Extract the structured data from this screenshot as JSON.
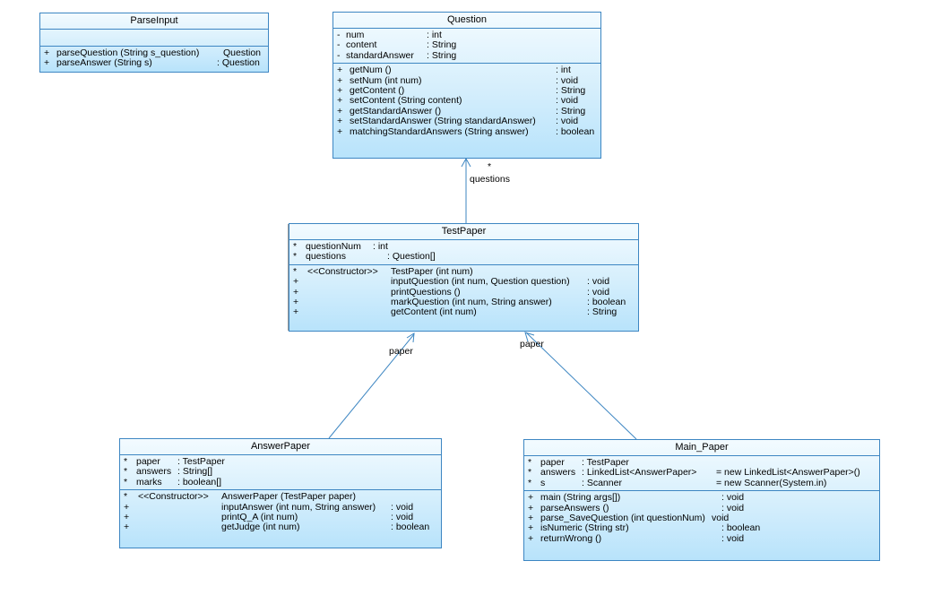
{
  "diagram": {
    "parse_input": {
      "name": "ParseInput",
      "attributes": [],
      "operations": [
        {
          "vis": "+",
          "text": "parseQuestion (String s_question)",
          "type": "Question"
        },
        {
          "vis": "+",
          "text": "parseAnswer (String s)",
          "type": ": Question"
        }
      ]
    },
    "question": {
      "name": "Question",
      "attributes": [
        {
          "vis": "-",
          "name": "num",
          "type": ": int"
        },
        {
          "vis": "-",
          "name": "content",
          "type": ": String"
        },
        {
          "vis": "-",
          "name": "standardAnswer",
          "type": ": String"
        }
      ],
      "operations": [
        {
          "vis": "+",
          "text": "getNum ()",
          "type": ": int"
        },
        {
          "vis": "+",
          "text": "setNum (int num)",
          "type": ": void"
        },
        {
          "vis": "+",
          "text": "getContent ()",
          "type": ": String"
        },
        {
          "vis": "+",
          "text": "setContent (String content)",
          "type": ": void"
        },
        {
          "vis": "+",
          "text": "getStandardAnswer ()",
          "type": ": String"
        },
        {
          "vis": "+",
          "text": "setStandardAnswer (String standardAnswer)",
          "type": ": void"
        },
        {
          "vis": "+",
          "text": "matchingStandardAnswers (String answer)",
          "type": ": boolean"
        }
      ]
    },
    "test_paper": {
      "name": "TestPaper",
      "attributes": [
        {
          "vis": "*",
          "name": "questionNum",
          "type": ": int"
        },
        {
          "vis": "*",
          "name": "questions",
          "type": ": Question[]"
        }
      ],
      "operations": [
        {
          "vis": "*",
          "stereo": "<<Constructor>>",
          "text": "TestPaper (int num)",
          "type": ""
        },
        {
          "vis": "+",
          "stereo": "",
          "text": "inputQuestion (int num, Question question)",
          "type": ": void"
        },
        {
          "vis": "+",
          "stereo": "",
          "text": "printQuestions ()",
          "type": ": void"
        },
        {
          "vis": "+",
          "stereo": "",
          "text": "markQuestion (int num, String answer)",
          "type": ": boolean"
        },
        {
          "vis": "+",
          "stereo": "",
          "text": "getContent (int num)",
          "type": ": String"
        }
      ]
    },
    "answer_paper": {
      "name": "AnswerPaper",
      "attributes": [
        {
          "vis": "*",
          "name": "paper",
          "type": ": TestPaper"
        },
        {
          "vis": "*",
          "name": "answers",
          "type": ": String[]"
        },
        {
          "vis": "*",
          "name": "marks",
          "type": ": boolean[]"
        }
      ],
      "operations": [
        {
          "vis": "*",
          "stereo": "<<Constructor>>",
          "text": "AnswerPaper (TestPaper paper)",
          "type": ""
        },
        {
          "vis": "+",
          "stereo": "",
          "text": "inputAnswer (int num, String answer)",
          "type": ": void"
        },
        {
          "vis": "+",
          "stereo": "",
          "text": "printQ_A (int num)",
          "type": ": void"
        },
        {
          "vis": "+",
          "stereo": "",
          "text": "getJudge (int num)",
          "type": ": boolean"
        }
      ]
    },
    "main_paper": {
      "name": "Main_Paper",
      "attributes": [
        {
          "vis": "*",
          "name": "paper",
          "type": ": TestPaper",
          "init": ""
        },
        {
          "vis": "*",
          "name": "answers",
          "type": ": LinkedList<AnswerPaper>",
          "init": "= new LinkedList<AnswerPaper>()"
        },
        {
          "vis": "*",
          "name": "s",
          "type": ": Scanner",
          "init": "= new Scanner(System.in)"
        }
      ],
      "operations": [
        {
          "vis": "+",
          "text": "main (String args[])",
          "type": ": void"
        },
        {
          "vis": "+",
          "text": "parseAnswers ()",
          "type": ": void"
        },
        {
          "vis": "+",
          "text": "parse_SaveQuestion (int questionNum)",
          "type": "void"
        },
        {
          "vis": "+",
          "text": "isNumeric (String str)",
          "type": ": boolean"
        },
        {
          "vis": "+",
          "text": "returnWrong ()",
          "type": ": void"
        }
      ]
    },
    "associations": {
      "questions_multiplicity": "*",
      "questions_role": "questions",
      "answer_paper_role": "paper",
      "main_paper_role": "paper"
    },
    "colors": {
      "border": "#3d86c2",
      "fill_top": "#f3fbff",
      "fill_bottom": "#b8e3fb",
      "link": "#3d86c2"
    }
  }
}
